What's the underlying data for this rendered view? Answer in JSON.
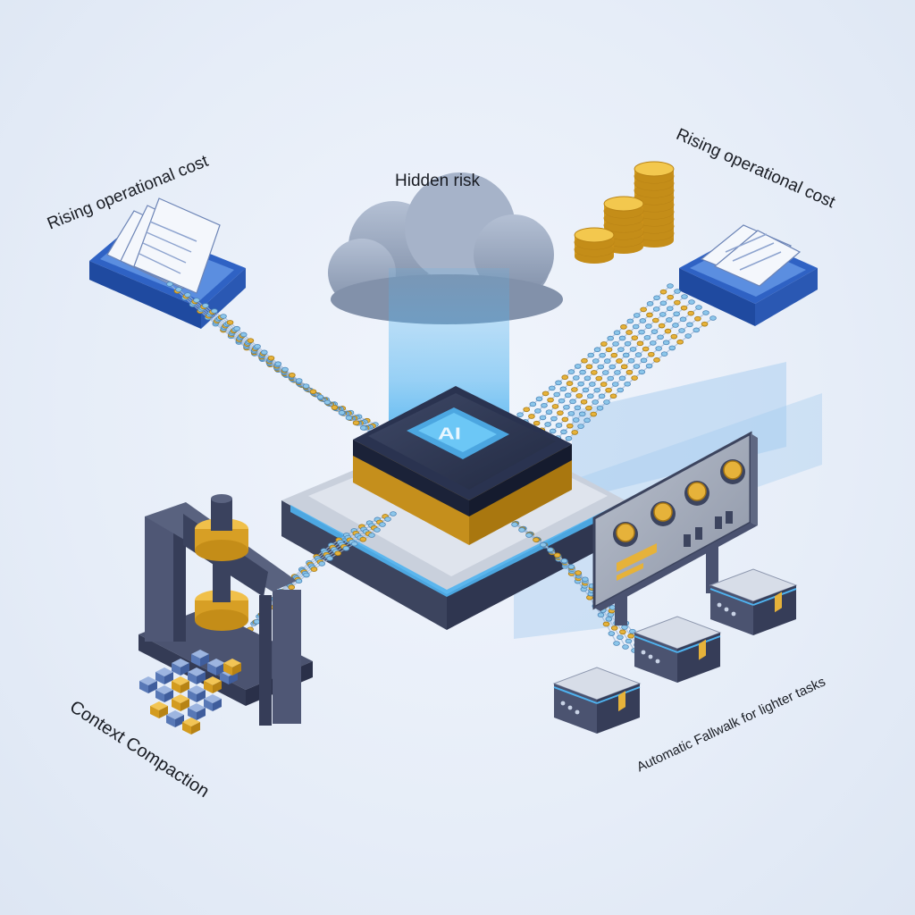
{
  "labels": {
    "rising_cost_left": "Rising operational cost",
    "rising_cost_right": "Rising operational cost",
    "hidden_risk": "Hidden risk",
    "ai_chip": "AI",
    "context_compaction": "Context Compaction",
    "automatic_fallback": "Automatic Fallwalk for lighter tasks"
  },
  "colors": {
    "background": "#e6edf8",
    "navy": "#2e3550",
    "slate": "#5a6278",
    "gold": "#e6b23a",
    "chain_blue": "#8cc6ea",
    "glow_blue": "#4fb3f0",
    "tray_blue": "#3a6fd0",
    "cloud": "#8d9bb3"
  },
  "icons": [
    "document-tray-icon",
    "coin-stack-icon",
    "cloud-icon",
    "ai-chip-icon",
    "hydraulic-press-icon",
    "control-panel-icon",
    "server-icon"
  ]
}
